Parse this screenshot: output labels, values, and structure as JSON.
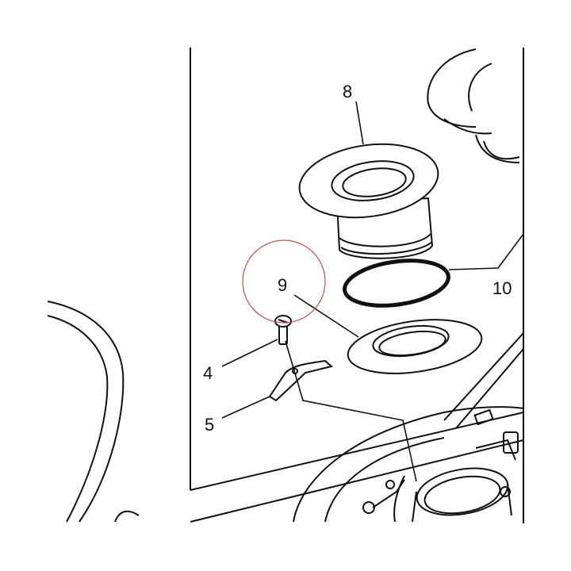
{
  "diagram": {
    "callouts": [
      {
        "id": "8",
        "label": "8"
      },
      {
        "id": "9",
        "label": "9"
      },
      {
        "id": "10",
        "label": "10"
      },
      {
        "id": "4",
        "label": "4"
      },
      {
        "id": "5",
        "label": "5"
      }
    ],
    "highlight_color": "#c0504d",
    "line_color": "#111111"
  }
}
